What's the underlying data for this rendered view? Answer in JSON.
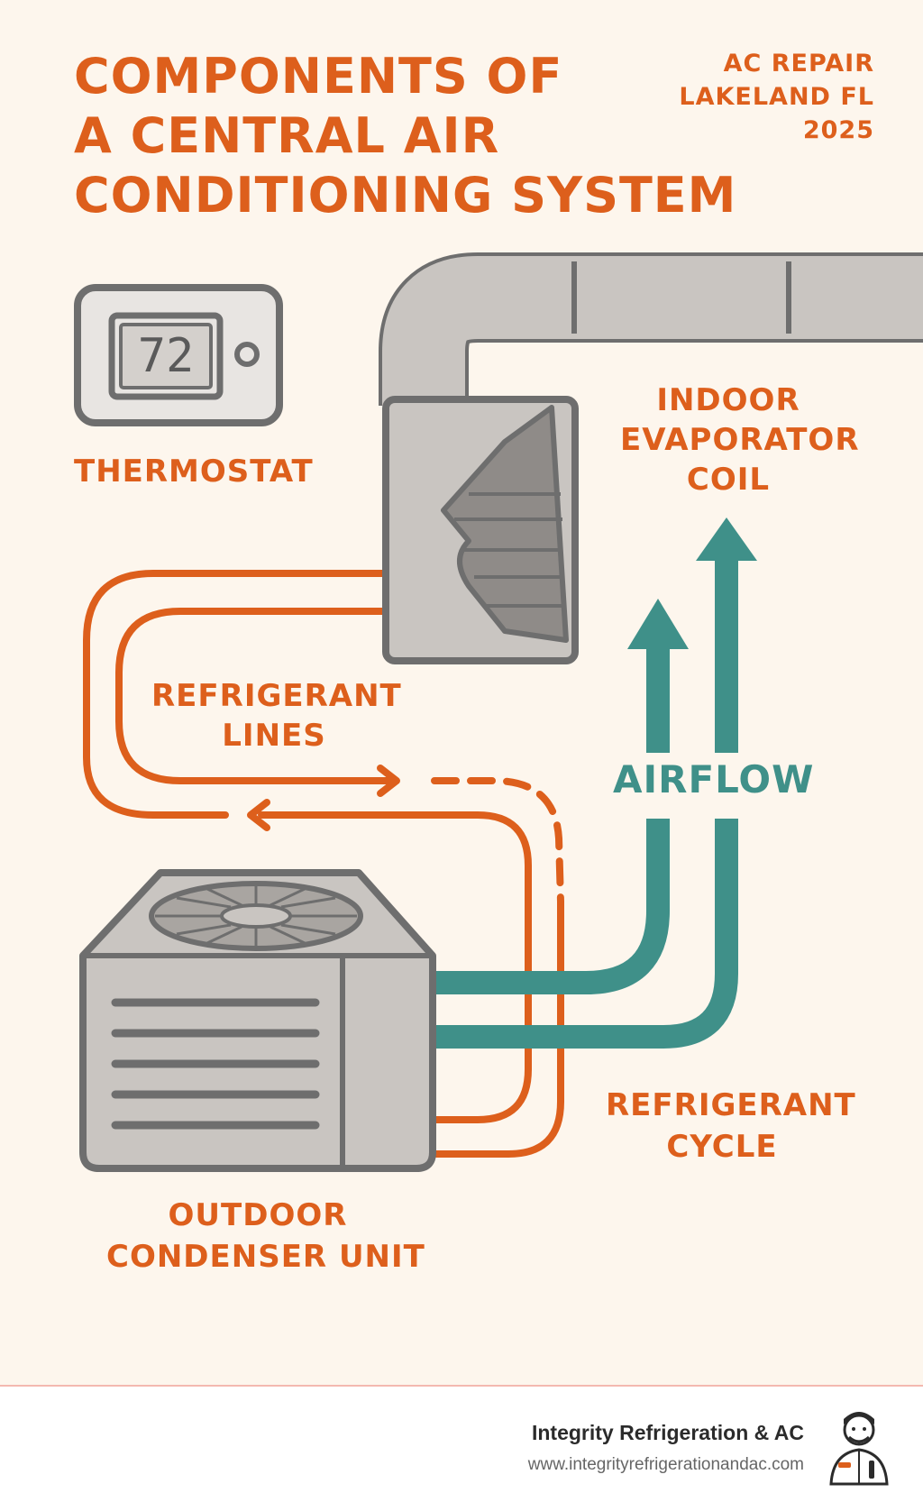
{
  "title": {
    "lines": [
      "COMPONENTS OF",
      "A CENTRAL AIR",
      "CONDITIONING SYSTEM"
    ]
  },
  "corner_tag": {
    "lines": [
      "AC REPAIR",
      "LAKELAND FL",
      "2025"
    ]
  },
  "thermostat": {
    "display_value": "72",
    "label": "THERMOSTAT"
  },
  "evaporator": {
    "label_lines": [
      "INDOOR",
      "EVAPORATOR",
      "COIL"
    ]
  },
  "refrigerant_lines": {
    "label_lines": [
      "REFRIGERANT",
      "LINES"
    ]
  },
  "airflow": {
    "label": "AIRFLOW"
  },
  "refrigerant_cycle": {
    "label_lines": [
      "REFRIGERANT",
      "CYCLE"
    ]
  },
  "condenser": {
    "label_lines": [
      "OUTDOOR",
      "CONDENSER UNIT"
    ]
  },
  "footer": {
    "company": "Integrity Refrigeration & AC",
    "url": "www.integrityrefrigerationandac.com"
  },
  "colors": {
    "background": "#fdf6ed",
    "accent_orange": "#dd5f1c",
    "airflow_teal": "#3f9089",
    "equipment_gray": "#c9c5c1",
    "outline_gray": "#6e6e6e"
  },
  "icons": [
    "thermostat-icon",
    "evaporator-coil-icon",
    "condenser-unit-icon",
    "fan-icon",
    "duct-icon",
    "airflow-arrow-icon",
    "technician-logo-icon"
  ]
}
